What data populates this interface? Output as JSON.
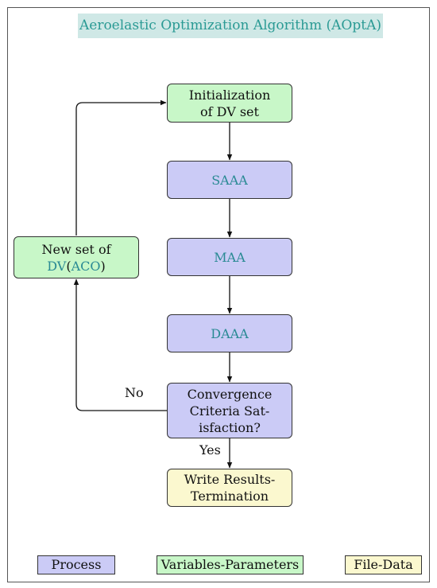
{
  "title": "Aeroelastic Optimization Algorithm (AOptA)",
  "nodes": {
    "init": {
      "line1": "Initialization",
      "line2": "of DV set"
    },
    "saaa": {
      "label": "SAAA"
    },
    "maa": {
      "label": "MAA"
    },
    "daaa": {
      "label": "DAAA"
    },
    "convergence": {
      "line1": "Convergence",
      "line2": "Criteria Sat-",
      "line3": "isfaction?"
    },
    "write": {
      "line1": "Write Results-",
      "line2": "Termination"
    },
    "newset": {
      "line1": "New set of",
      "dv": "DV",
      "open": "(",
      "aco": "ACO",
      "close": ")"
    }
  },
  "edges": {
    "no_label": "No",
    "yes_label": "Yes"
  },
  "legend": {
    "process": "Process",
    "variables": "Variables-Parameters",
    "file": "File-Data"
  },
  "colors": {
    "process": "#cbcbf6",
    "variables": "#c8f7c8",
    "file": "#fbf8cf",
    "title_bg": "#cfe8e6",
    "teal_text": "#2a8a94"
  }
}
